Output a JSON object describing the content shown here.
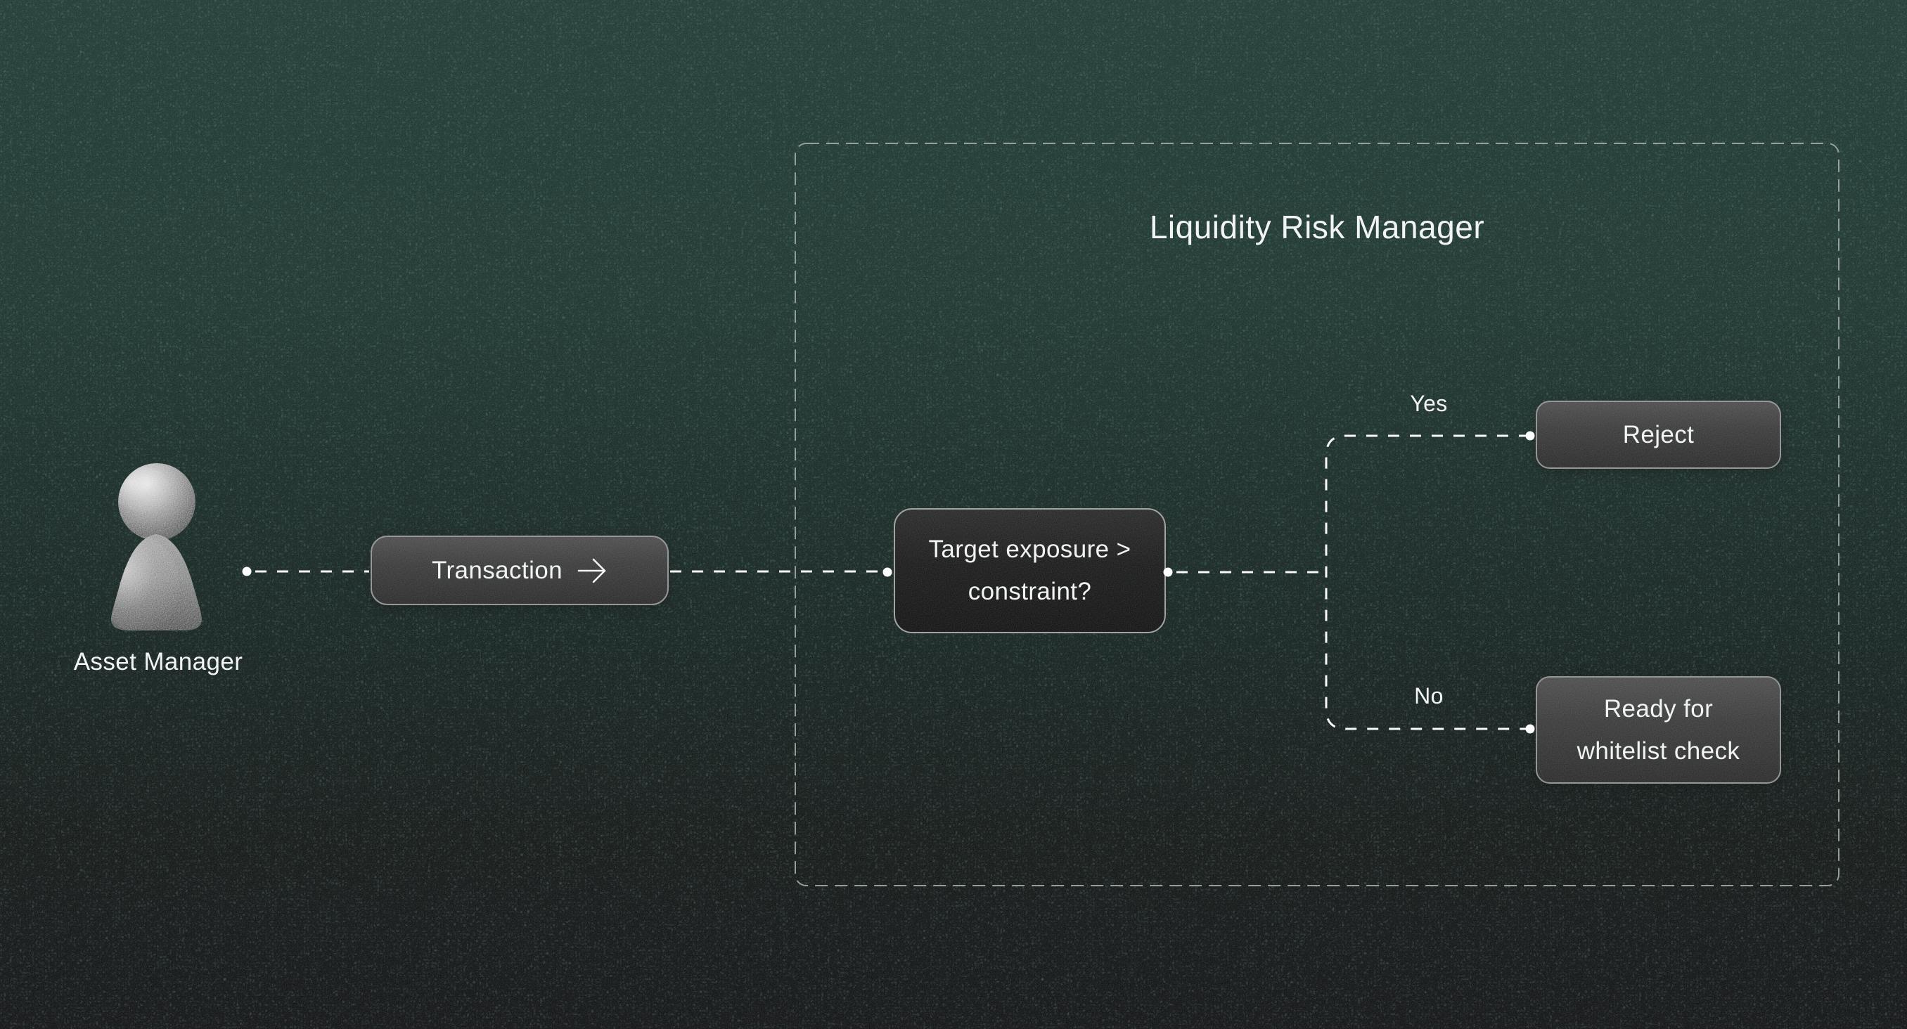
{
  "page": {
    "background_top_color": "#143029",
    "background_bottom_color": "#050607",
    "noise_texture": "grainy dark-teal weave"
  },
  "group": {
    "title": "Liquidity Risk Manager",
    "border_color": "#8D9591",
    "border_style": "dashed"
  },
  "actor": {
    "label": "Asset Manager",
    "icon": "pawn-icon"
  },
  "nodes": {
    "transaction": {
      "label": "Transaction",
      "icon": "arrow-right-icon",
      "fill": "#323232",
      "border": "#8C8C8C"
    },
    "decision": {
      "line1": "Target exposure >",
      "line2": "constraint?",
      "fill": "#101010",
      "border": "#9B9B9B"
    },
    "reject": {
      "label": "Reject",
      "fill": "#323232",
      "border": "#8C8C8C"
    },
    "ready": {
      "line1": "Ready for",
      "line2": "whitelist check",
      "fill": "#323232",
      "border": "#8C8C8C"
    }
  },
  "edges": {
    "yes_label": "Yes",
    "no_label": "No",
    "line_color": "#FAFAFA",
    "dot_color": "#FFFFFF"
  }
}
